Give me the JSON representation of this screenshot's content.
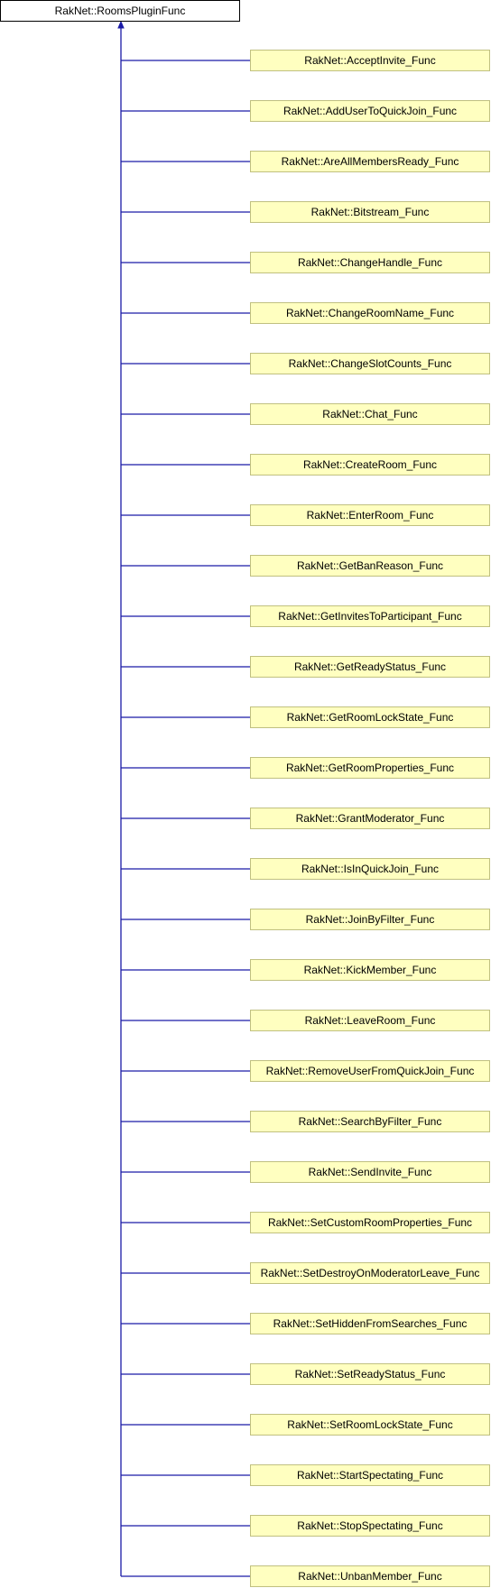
{
  "base_class": "RakNet::RoomsPluginFunc",
  "derived_classes": [
    "RakNet::AcceptInvite_Func",
    "RakNet::AddUserToQuickJoin_Func",
    "RakNet::AreAllMembersReady_Func",
    "RakNet::Bitstream_Func",
    "RakNet::ChangeHandle_Func",
    "RakNet::ChangeRoomName_Func",
    "RakNet::ChangeSlotCounts_Func",
    "RakNet::Chat_Func",
    "RakNet::CreateRoom_Func",
    "RakNet::EnterRoom_Func",
    "RakNet::GetBanReason_Func",
    "RakNet::GetInvitesToParticipant_Func",
    "RakNet::GetReadyStatus_Func",
    "RakNet::GetRoomLockState_Func",
    "RakNet::GetRoomProperties_Func",
    "RakNet::GrantModerator_Func",
    "RakNet::IsInQuickJoin_Func",
    "RakNet::JoinByFilter_Func",
    "RakNet::KickMember_Func",
    "RakNet::LeaveRoom_Func",
    "RakNet::RemoveUserFromQuickJoin_Func",
    "RakNet::SearchByFilter_Func",
    "RakNet::SendInvite_Func",
    "RakNet::SetCustomRoomProperties_Func",
    "RakNet::SetDestroyOnModeratorLeave_Func",
    "RakNet::SetHiddenFromSearches_Func",
    "RakNet::SetReadyStatus_Func",
    "RakNet::SetRoomLockState_Func",
    "RakNet::StartSpectating_Func",
    "RakNet::StopSpectating_Func",
    "RakNet::UnbanMember_Func"
  ],
  "colors": {
    "edge": "#1a1aa6",
    "base_fill": "#ffffff",
    "base_border": "#000000",
    "child_fill": "#ffffc0",
    "child_border": "#c0c080"
  }
}
